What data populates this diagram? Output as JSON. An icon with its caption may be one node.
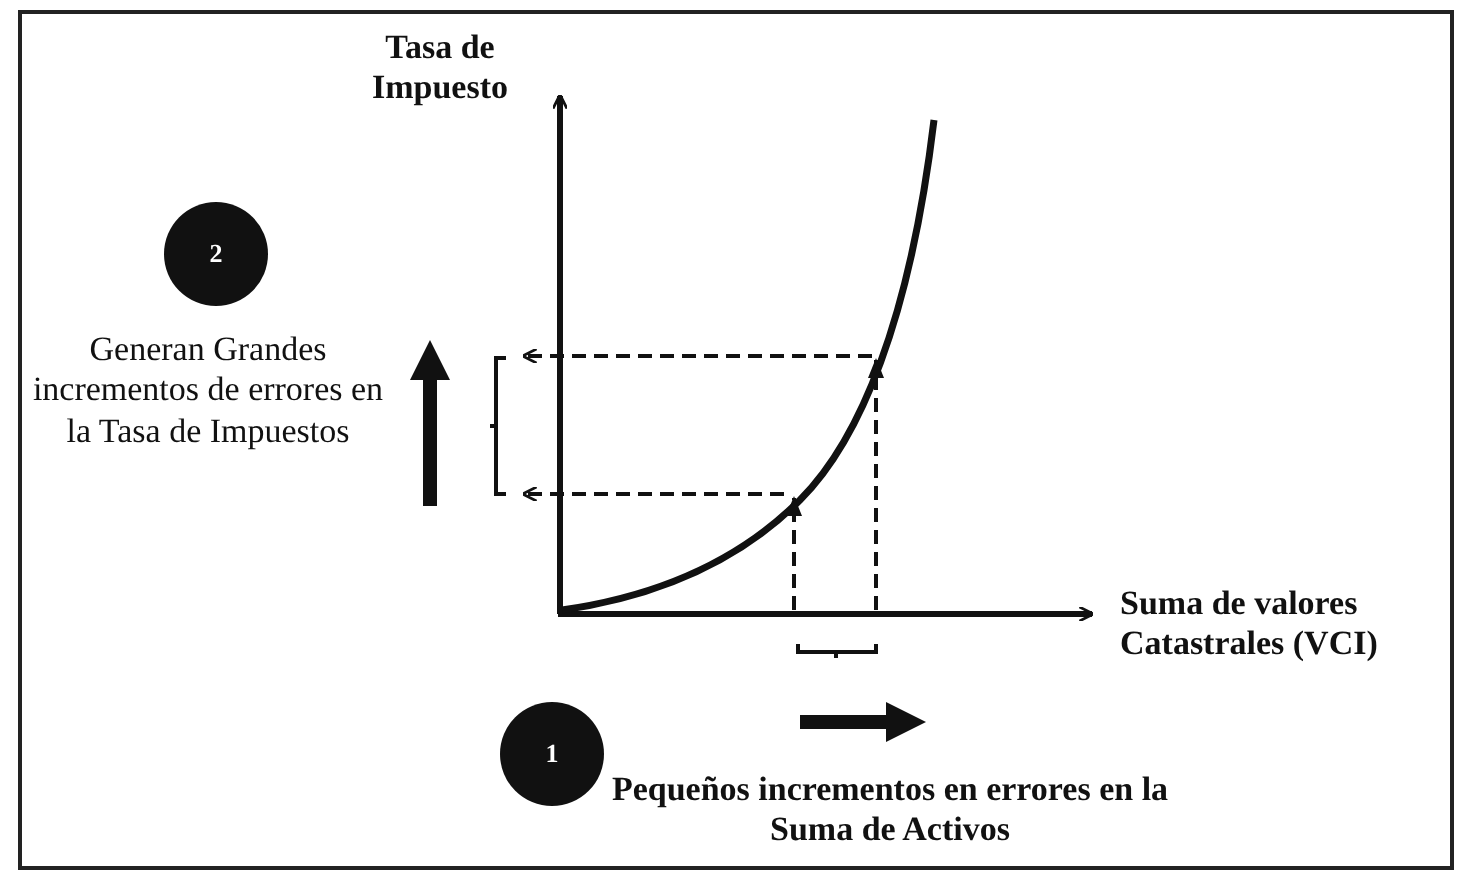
{
  "diagram": {
    "nodes": [
      {
        "text": [
          "2"
        ]
      },
      {
        "text": [
          "1"
        ]
      }
    ],
    "labels": [
      "Tasa de Impuesto",
      "Generan Grandes incrementos de errores en la Tasa de Impuestos",
      "Suma de valores Catastrales (VCI)",
      "Pequeños incrementos en errores en la Suma de Activos"
    ]
  }
}
